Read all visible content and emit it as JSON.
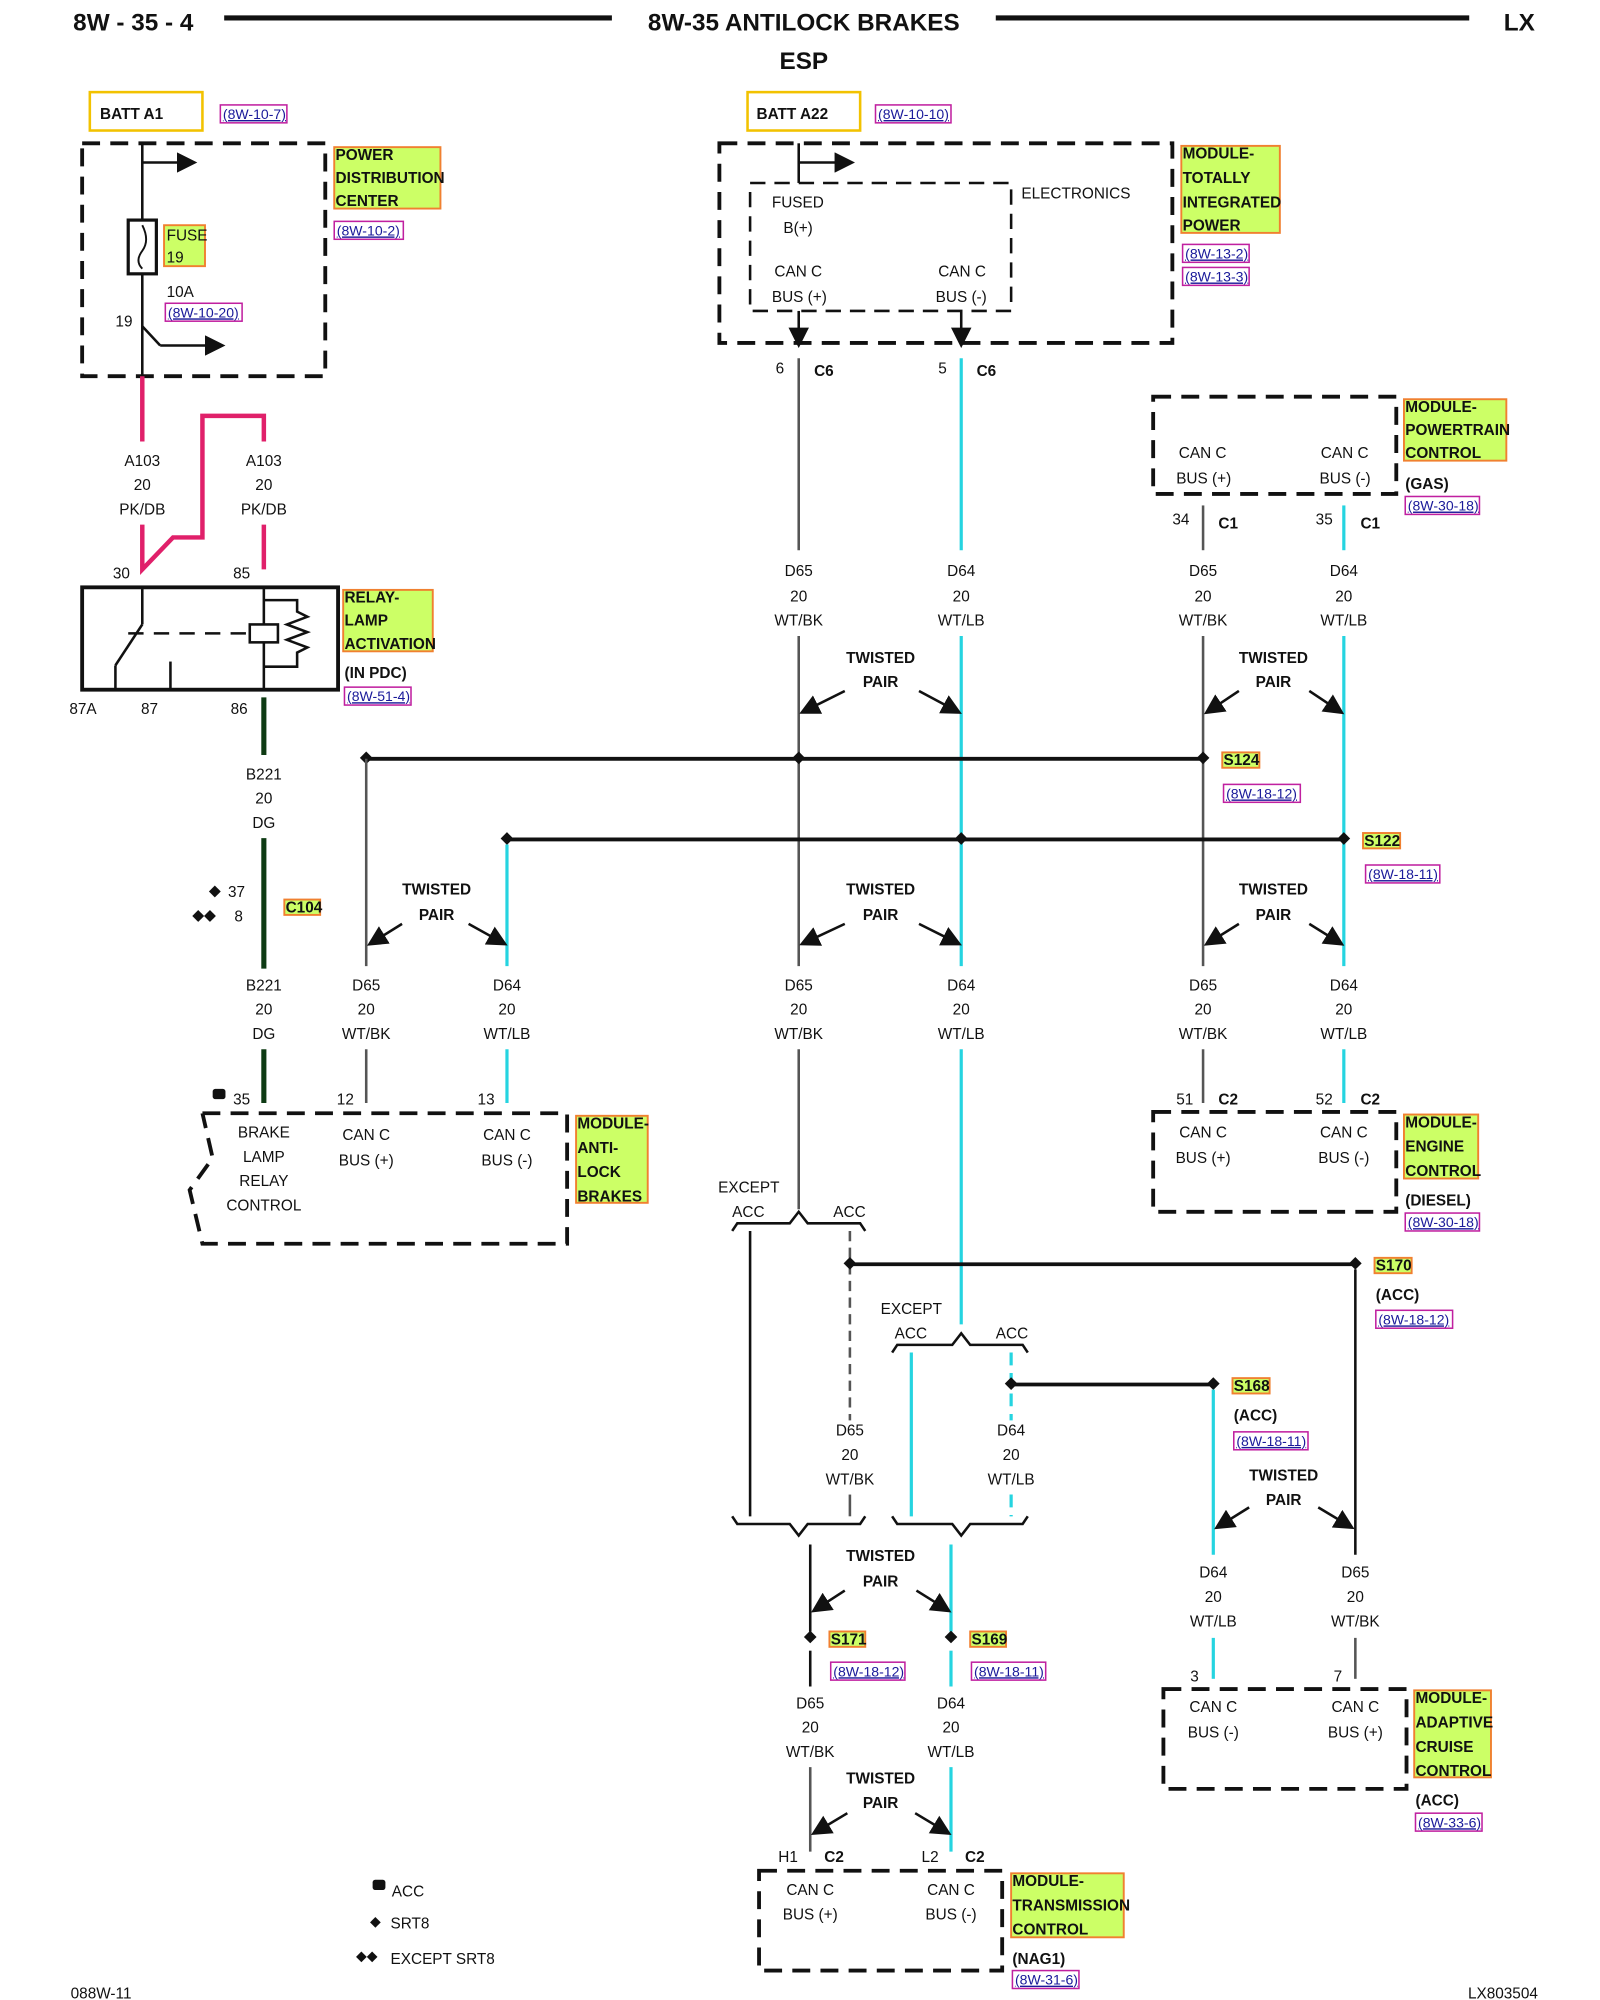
{
  "header": {
    "page_id": "8W - 35 - 4",
    "title": "8W-35 ANTILOCK BRAKES",
    "subtitle": "ESP",
    "model": "LX"
  },
  "footer": {
    "left_code": "088W-11",
    "right_code": "LX803504"
  },
  "legend": [
    {
      "icon": "acc-icon",
      "label": "ACC"
    },
    {
      "icon": "diamond-icon",
      "label": "SRT8"
    },
    {
      "icon": "double-diamond-icon",
      "label": "EXCEPT SRT8"
    }
  ],
  "power_sources": [
    {
      "label": "BATT A1",
      "ref": "(8W-10-7)"
    },
    {
      "label": "BATT A22",
      "ref": "(8W-10-10)"
    }
  ],
  "modules": {
    "pdc": {
      "name": "POWER DISTRIBUTION CENTER",
      "lines": [
        "POWER",
        "DISTRIBUTION",
        "CENTER"
      ],
      "ref": "(8W-10-2)",
      "fuse_label": "FUSE",
      "fuse_num": "19",
      "fuse_rating": "10A",
      "fuse_ref": "(8W-10-20)",
      "cavity": "19"
    },
    "tipm": {
      "lines": [
        "MODULE-",
        "TOTALLY",
        "INTEGRATED",
        "POWER"
      ],
      "refs": [
        "(8W-13-2)",
        "(8W-13-3)"
      ],
      "inner_label": "ELECTRONICS",
      "fused": "FUSED",
      "fused_b": "B(+)",
      "can_plus": [
        "CAN C",
        "BUS (+)"
      ],
      "can_minus": [
        "CAN C",
        "BUS (-)"
      ],
      "pins": [
        {
          "num": "6",
          "conn": "C6"
        },
        {
          "num": "5",
          "conn": "C6"
        }
      ]
    },
    "pcm": {
      "lines": [
        "MODULE-",
        "POWERTRAIN",
        "CONTROL"
      ],
      "variant": "(GAS)",
      "ref": "(8W-30-18)",
      "can_plus": [
        "CAN C",
        "BUS (+)"
      ],
      "can_minus": [
        "CAN C",
        "BUS (-)"
      ],
      "pins": [
        {
          "num": "34",
          "conn": "C1"
        },
        {
          "num": "35",
          "conn": "C1"
        }
      ]
    },
    "relay": {
      "lines": [
        "RELAY-",
        "LAMP",
        "ACTIVATION"
      ],
      "variant": "(IN PDC)",
      "ref": "(8W-51-4)",
      "pins": [
        "30",
        "85",
        "87A",
        "87",
        "86"
      ]
    },
    "abs": {
      "lines": [
        "MODULE-",
        "ANTI-",
        "LOCK",
        "BRAKES"
      ],
      "brake_lamp": [
        "BRAKE",
        "LAMP",
        "RELAY",
        "CONTROL"
      ],
      "can_plus": [
        "CAN C",
        "BUS (+)"
      ],
      "can_minus": [
        "CAN C",
        "BUS (-)"
      ],
      "pins": [
        "35",
        "12",
        "13"
      ]
    },
    "ecm": {
      "lines": [
        "MODULE-",
        "ENGINE",
        "CONTROL"
      ],
      "variant": "(DIESEL)",
      "ref": "(8W-30-18)",
      "can_plus": [
        "CAN C",
        "BUS (+)"
      ],
      "can_minus": [
        "CAN C",
        "BUS (-)"
      ],
      "pins": [
        {
          "num": "51",
          "conn": "C2"
        },
        {
          "num": "52",
          "conn": "C2"
        }
      ]
    },
    "acc": {
      "lines": [
        "MODULE-",
        "ADAPTIVE",
        "CRUISE",
        "CONTROL"
      ],
      "variant": "(ACC)",
      "ref": "(8W-33-6)",
      "can_minus": [
        "CAN C",
        "BUS (-)"
      ],
      "can_plus": [
        "CAN C",
        "BUS (+)"
      ],
      "pins": [
        "3",
        "7"
      ]
    },
    "tcm": {
      "lines": [
        "MODULE-",
        "TRANSMISSION",
        "CONTROL"
      ],
      "variant": "(NAG1)",
      "ref": "(8W-31-6)",
      "can_plus": [
        "CAN C",
        "BUS (+)"
      ],
      "can_minus": [
        "CAN C",
        "BUS (-)"
      ],
      "pins": [
        {
          "num": "H1",
          "conn": "C2"
        },
        {
          "num": "L2",
          "conn": "C2"
        }
      ]
    }
  },
  "wires": {
    "a103": {
      "circuit": "A103",
      "gauge": "20",
      "color": "PK/DB"
    },
    "b221": {
      "circuit": "B221",
      "gauge": "20",
      "color": "DG"
    },
    "d65": {
      "circuit": "D65",
      "gauge": "20",
      "color": "WT/BK"
    },
    "d64": {
      "circuit": "D64",
      "gauge": "20",
      "color": "WT/LB"
    }
  },
  "connector_c104": {
    "name": "C104",
    "pin_srt8": "37",
    "pin_except": "8"
  },
  "splices": {
    "s124": {
      "name": "S124",
      "ref": "(8W-18-12)"
    },
    "s122": {
      "name": "S122",
      "ref": "(8W-18-11)"
    },
    "s170": {
      "name": "S170",
      "variant": "(ACC)",
      "ref": "(8W-18-12)"
    },
    "s168": {
      "name": "S168",
      "variant": "(ACC)",
      "ref": "(8W-18-11)"
    },
    "s171": {
      "name": "S171",
      "ref": "(8W-18-12)"
    },
    "s169": {
      "name": "S169",
      "ref": "(8W-18-11)"
    }
  },
  "labels": {
    "twisted": "TWISTED",
    "pair": "PAIR",
    "except": "EXCEPT",
    "acc": "ACC"
  },
  "colors": {
    "wire_pk_db": "#e0206a",
    "wire_dg": "#0e3b14",
    "wire_wt_lb": "#25d4e0",
    "wire_wt_bk": "#555555",
    "highlight_fill": "#ccff66",
    "highlight_border": "#f08030",
    "ref_text": "#1a1a9a"
  }
}
